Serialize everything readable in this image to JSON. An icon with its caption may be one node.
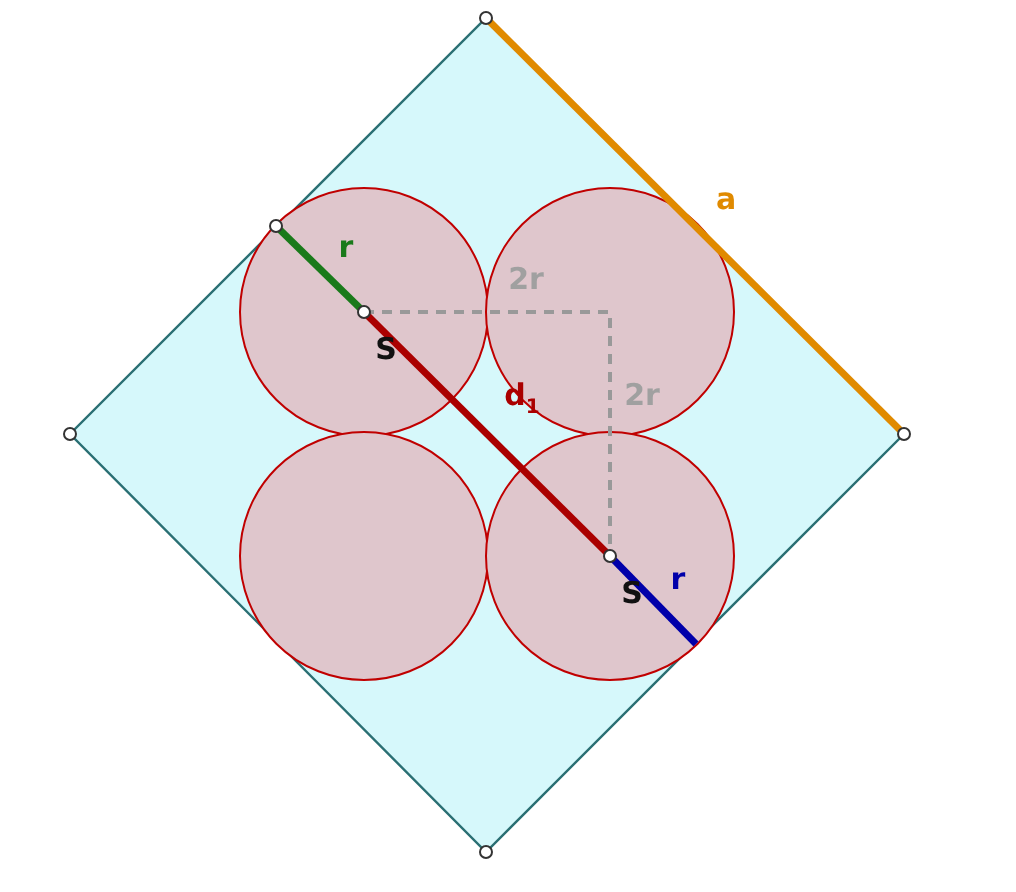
{
  "diagram": {
    "labels": [
      "a",
      "r",
      "2r",
      "S",
      "2r",
      "d$_{1}$",
      "r",
      "S"
    ]
  }
}
